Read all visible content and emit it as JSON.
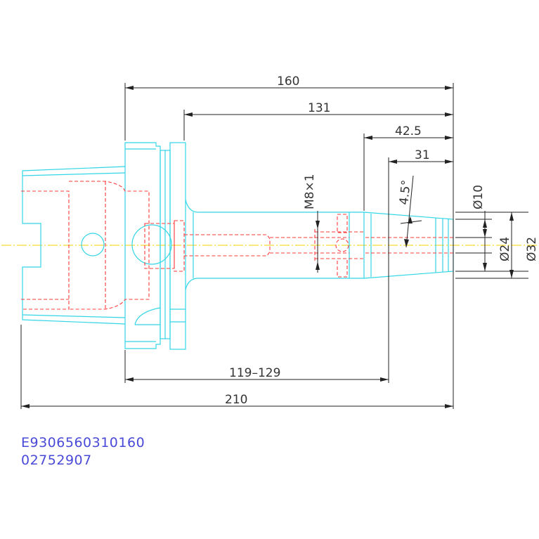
{
  "dimensions": {
    "overall_flange_to_tip": "160",
    "flange_face_to_tip": "131",
    "tip_section": "42.5",
    "taper_section": "31",
    "thread": "M8×1",
    "taper_angle": "4.5°",
    "bore_diameter": "Ø10",
    "nose_diameter": "Ø24",
    "body_diameter": "Ø32",
    "clamping_range": "119–129",
    "total_length": "210"
  },
  "part_codes": {
    "code_1": "E9306560310160",
    "code_2": "02752907"
  },
  "colors": {
    "outline": "#33d6e6",
    "hidden_lines": "#ff3a3a",
    "center_line": "#f5d000",
    "dimension_lines": "#222222",
    "code_text": "#4a4ad8"
  }
}
